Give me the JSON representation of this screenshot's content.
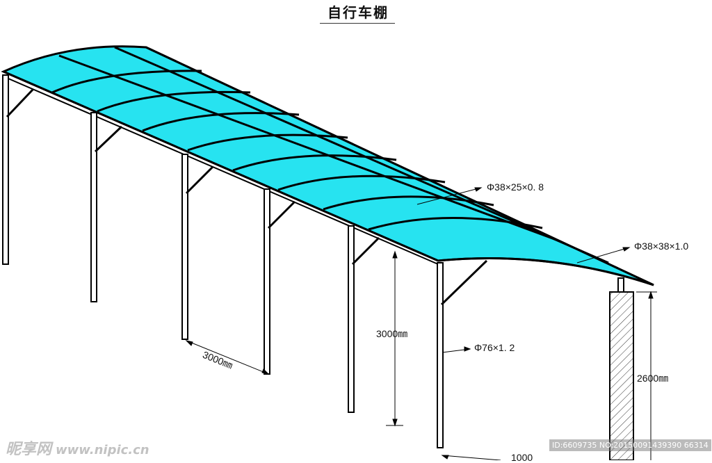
{
  "title": "自行车棚",
  "labels": {
    "purlin_spec": "Φ38×25×0. 8",
    "beam_spec": "Φ38×38×1.0",
    "column_spec": "Φ76×1. 2",
    "height_main": "3000㎜",
    "height_side": "2600㎜",
    "span_spacing": "3000㎜",
    "bottom_partial": "1000"
  },
  "watermark": {
    "brand": "昵享网",
    "site": "www.nipic.cn",
    "id_text": "ID:6609735 NO:20150091439390 66314"
  },
  "colors": {
    "roof_fill": "#27e3f0",
    "frame_stroke": "#000000",
    "hatch": "#333333"
  }
}
